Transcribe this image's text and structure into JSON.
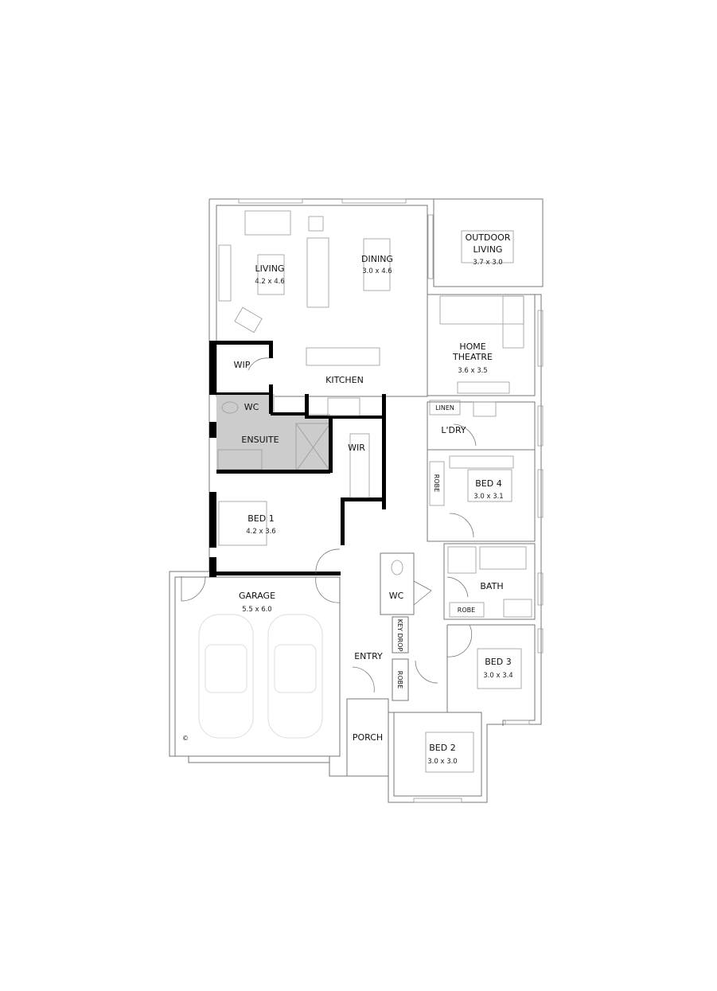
{
  "rooms": [
    {
      "name": "LIVING",
      "size": "4.2 x 4.6"
    },
    {
      "name": "DINING",
      "size": "3.0 x 4.6"
    },
    {
      "name": "OUTDOOR",
      "name2": "LIVING",
      "size": "3.7 x 3.0"
    },
    {
      "name": "HOME",
      "name2": "THEATRE",
      "size": "3.6 x 3.5"
    },
    {
      "name": "KITCHEN"
    },
    {
      "name": "WIP"
    },
    {
      "name": "WC"
    },
    {
      "name": "ENSUITE"
    },
    {
      "name": "WIR"
    },
    {
      "name": "LINEN"
    },
    {
      "name": "L'DRY"
    },
    {
      "name": "BED 4",
      "size": "3.0 x 3.1"
    },
    {
      "name": "ROBE"
    },
    {
      "name": "BED 1",
      "size": "4.2 x 3.6"
    },
    {
      "name": "GARAGE",
      "size": "5.5 x 6.0"
    },
    {
      "name": "WC"
    },
    {
      "name": "BATH"
    },
    {
      "name": "ROBE"
    },
    {
      "name": "KEY DROP"
    },
    {
      "name": "ENTRY"
    },
    {
      "name": "ROBE"
    },
    {
      "name": "BED 3",
      "size": "3.0 x 3.4"
    },
    {
      "name": "PORCH"
    },
    {
      "name": "BED 2",
      "size": "3.0 x 3.0"
    }
  ],
  "copyright_mark": "©",
  "colors": {
    "wet_area": "#cccccc",
    "wall": "#000000",
    "line": "#777777"
  }
}
